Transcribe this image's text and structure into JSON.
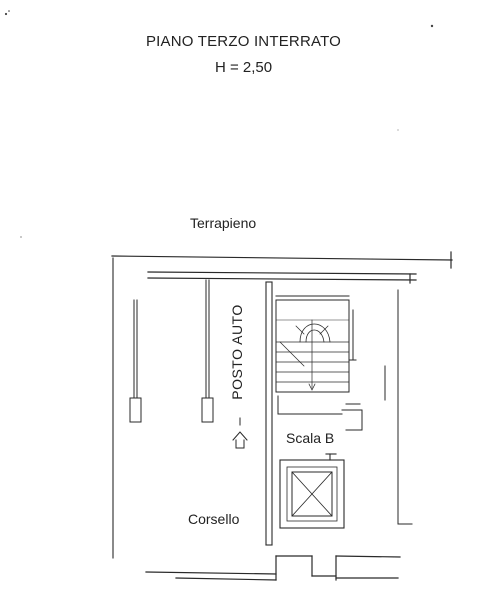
{
  "drawing": {
    "title": "PIANO TERZO INTERRATO",
    "height_label": "H = 2,50",
    "terrapieno_label": "Terrapieno",
    "parking_label": "POSTO AUTO",
    "stair_label": "Scala B",
    "corridor_label": "Corsello",
    "line_color": "#2a2a2a"
  }
}
